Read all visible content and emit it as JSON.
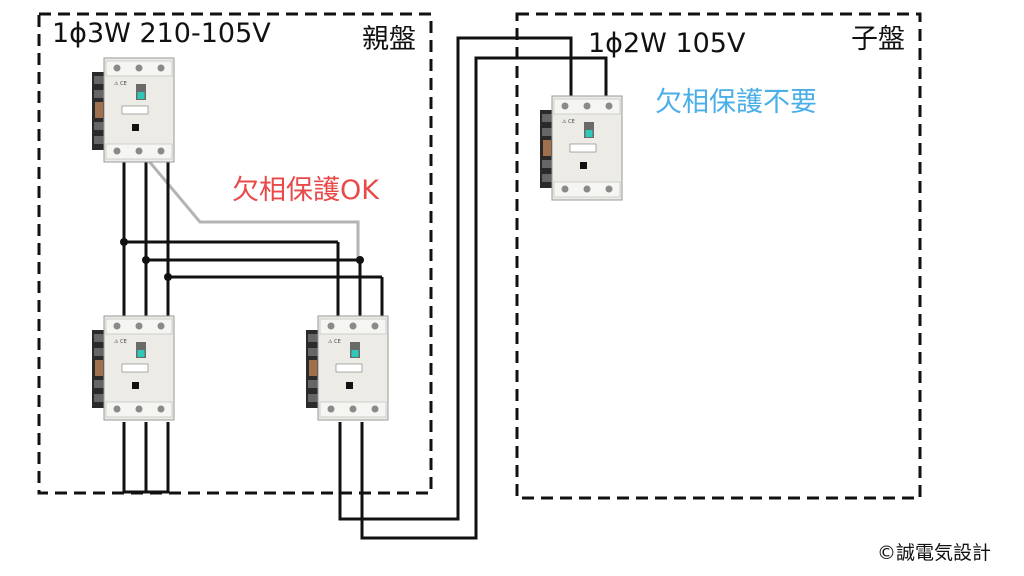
{
  "main_panel": {
    "title": "親盤",
    "spec": "1ϕ3W 210-105V",
    "note": "欠相保護OK"
  },
  "sub_panel": {
    "title": "子盤",
    "spec": "1ϕ2W 105V",
    "note": "欠相保護不要"
  },
  "copyright": "©誠電気設計",
  "colors": {
    "frame": "#111111",
    "wire": "#111111",
    "neutral_wire": "#b4b4b4",
    "note_ok": "#e84a4a",
    "note_unneeded": "#4aaee8"
  },
  "icons": {
    "breaker": "breaker-icon"
  }
}
